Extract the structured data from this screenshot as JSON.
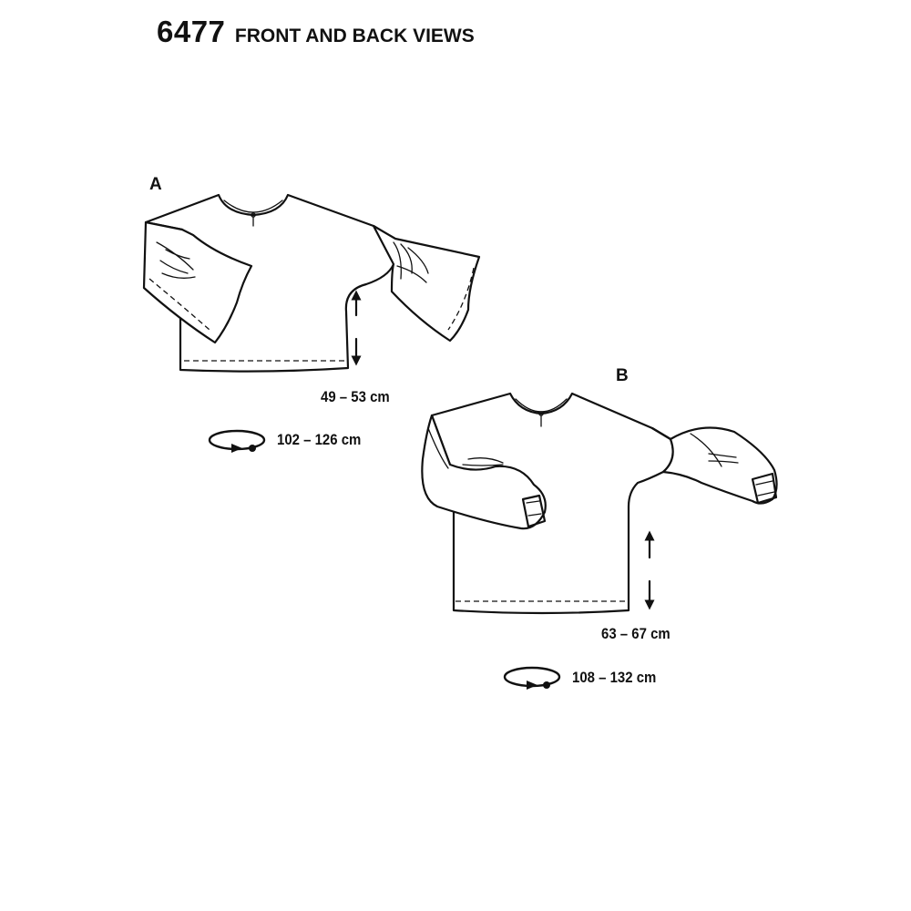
{
  "header": {
    "pattern_number": "6477",
    "title": "FRONT AND BACK VIEWS"
  },
  "views": [
    {
      "label": "A",
      "length_measure": "49 – 53 cm",
      "width_measure": "102 – 126 cm",
      "sleeve_style": "flared-bell-sleeve"
    },
    {
      "label": "B",
      "length_measure": "63 – 67 cm",
      "width_measure": "108 – 132 cm",
      "sleeve_style": "gathered-balloon-sleeve"
    }
  ],
  "colors": {
    "line": "#111111",
    "background": "#ffffff"
  },
  "icons": [
    "length-arrow-icon",
    "circumference-icon"
  ]
}
